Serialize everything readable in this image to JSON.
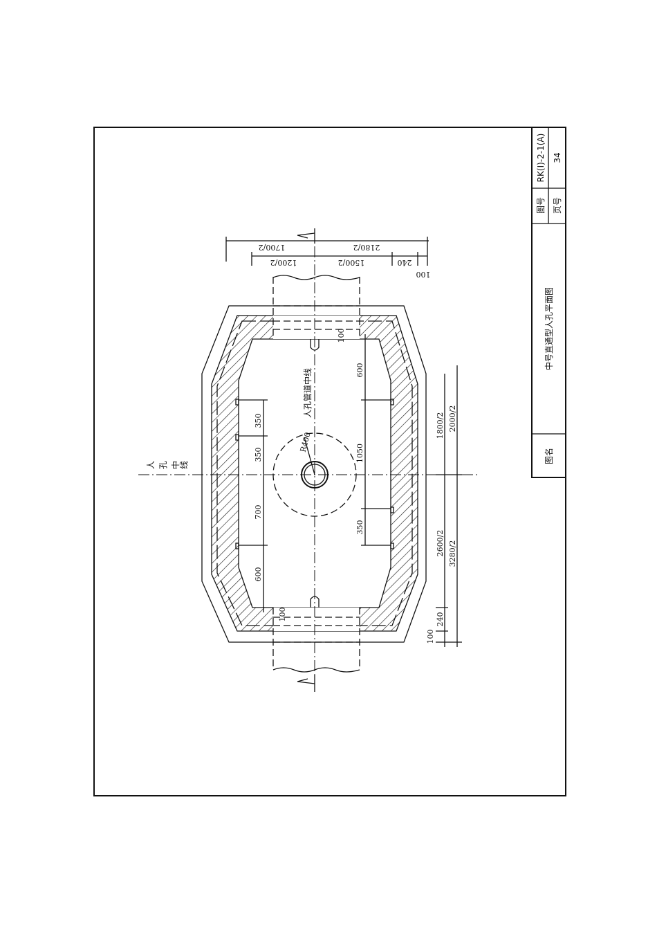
{
  "title_block": {
    "drawing_no_label": "图号",
    "drawing_no": "RK(Ⅰ)-2-1(A)",
    "page_no_label": "页号",
    "page_no": "34",
    "name_label": "图名",
    "name": "中号直通型人孔平面图"
  },
  "labels": {
    "manhole_centerline": [
      "人",
      "孔",
      "中",
      "线"
    ],
    "pipe_centerline": "人孔管道中线",
    "radius": "R400"
  },
  "dimensions": {
    "top_row1": [
      "1700/2",
      "2180/2"
    ],
    "top_row2": [
      "1200/2",
      "1500/2",
      "240",
      "100"
    ],
    "right_outer": [
      "2000/2",
      "3280/2"
    ],
    "right_inner": [
      "1800/2",
      "2600/2",
      "240",
      "100"
    ],
    "inner_right_chain": [
      "100",
      "600",
      "1050",
      "350"
    ],
    "left_chain": [
      "350",
      "350",
      "700",
      "600",
      "100"
    ]
  }
}
